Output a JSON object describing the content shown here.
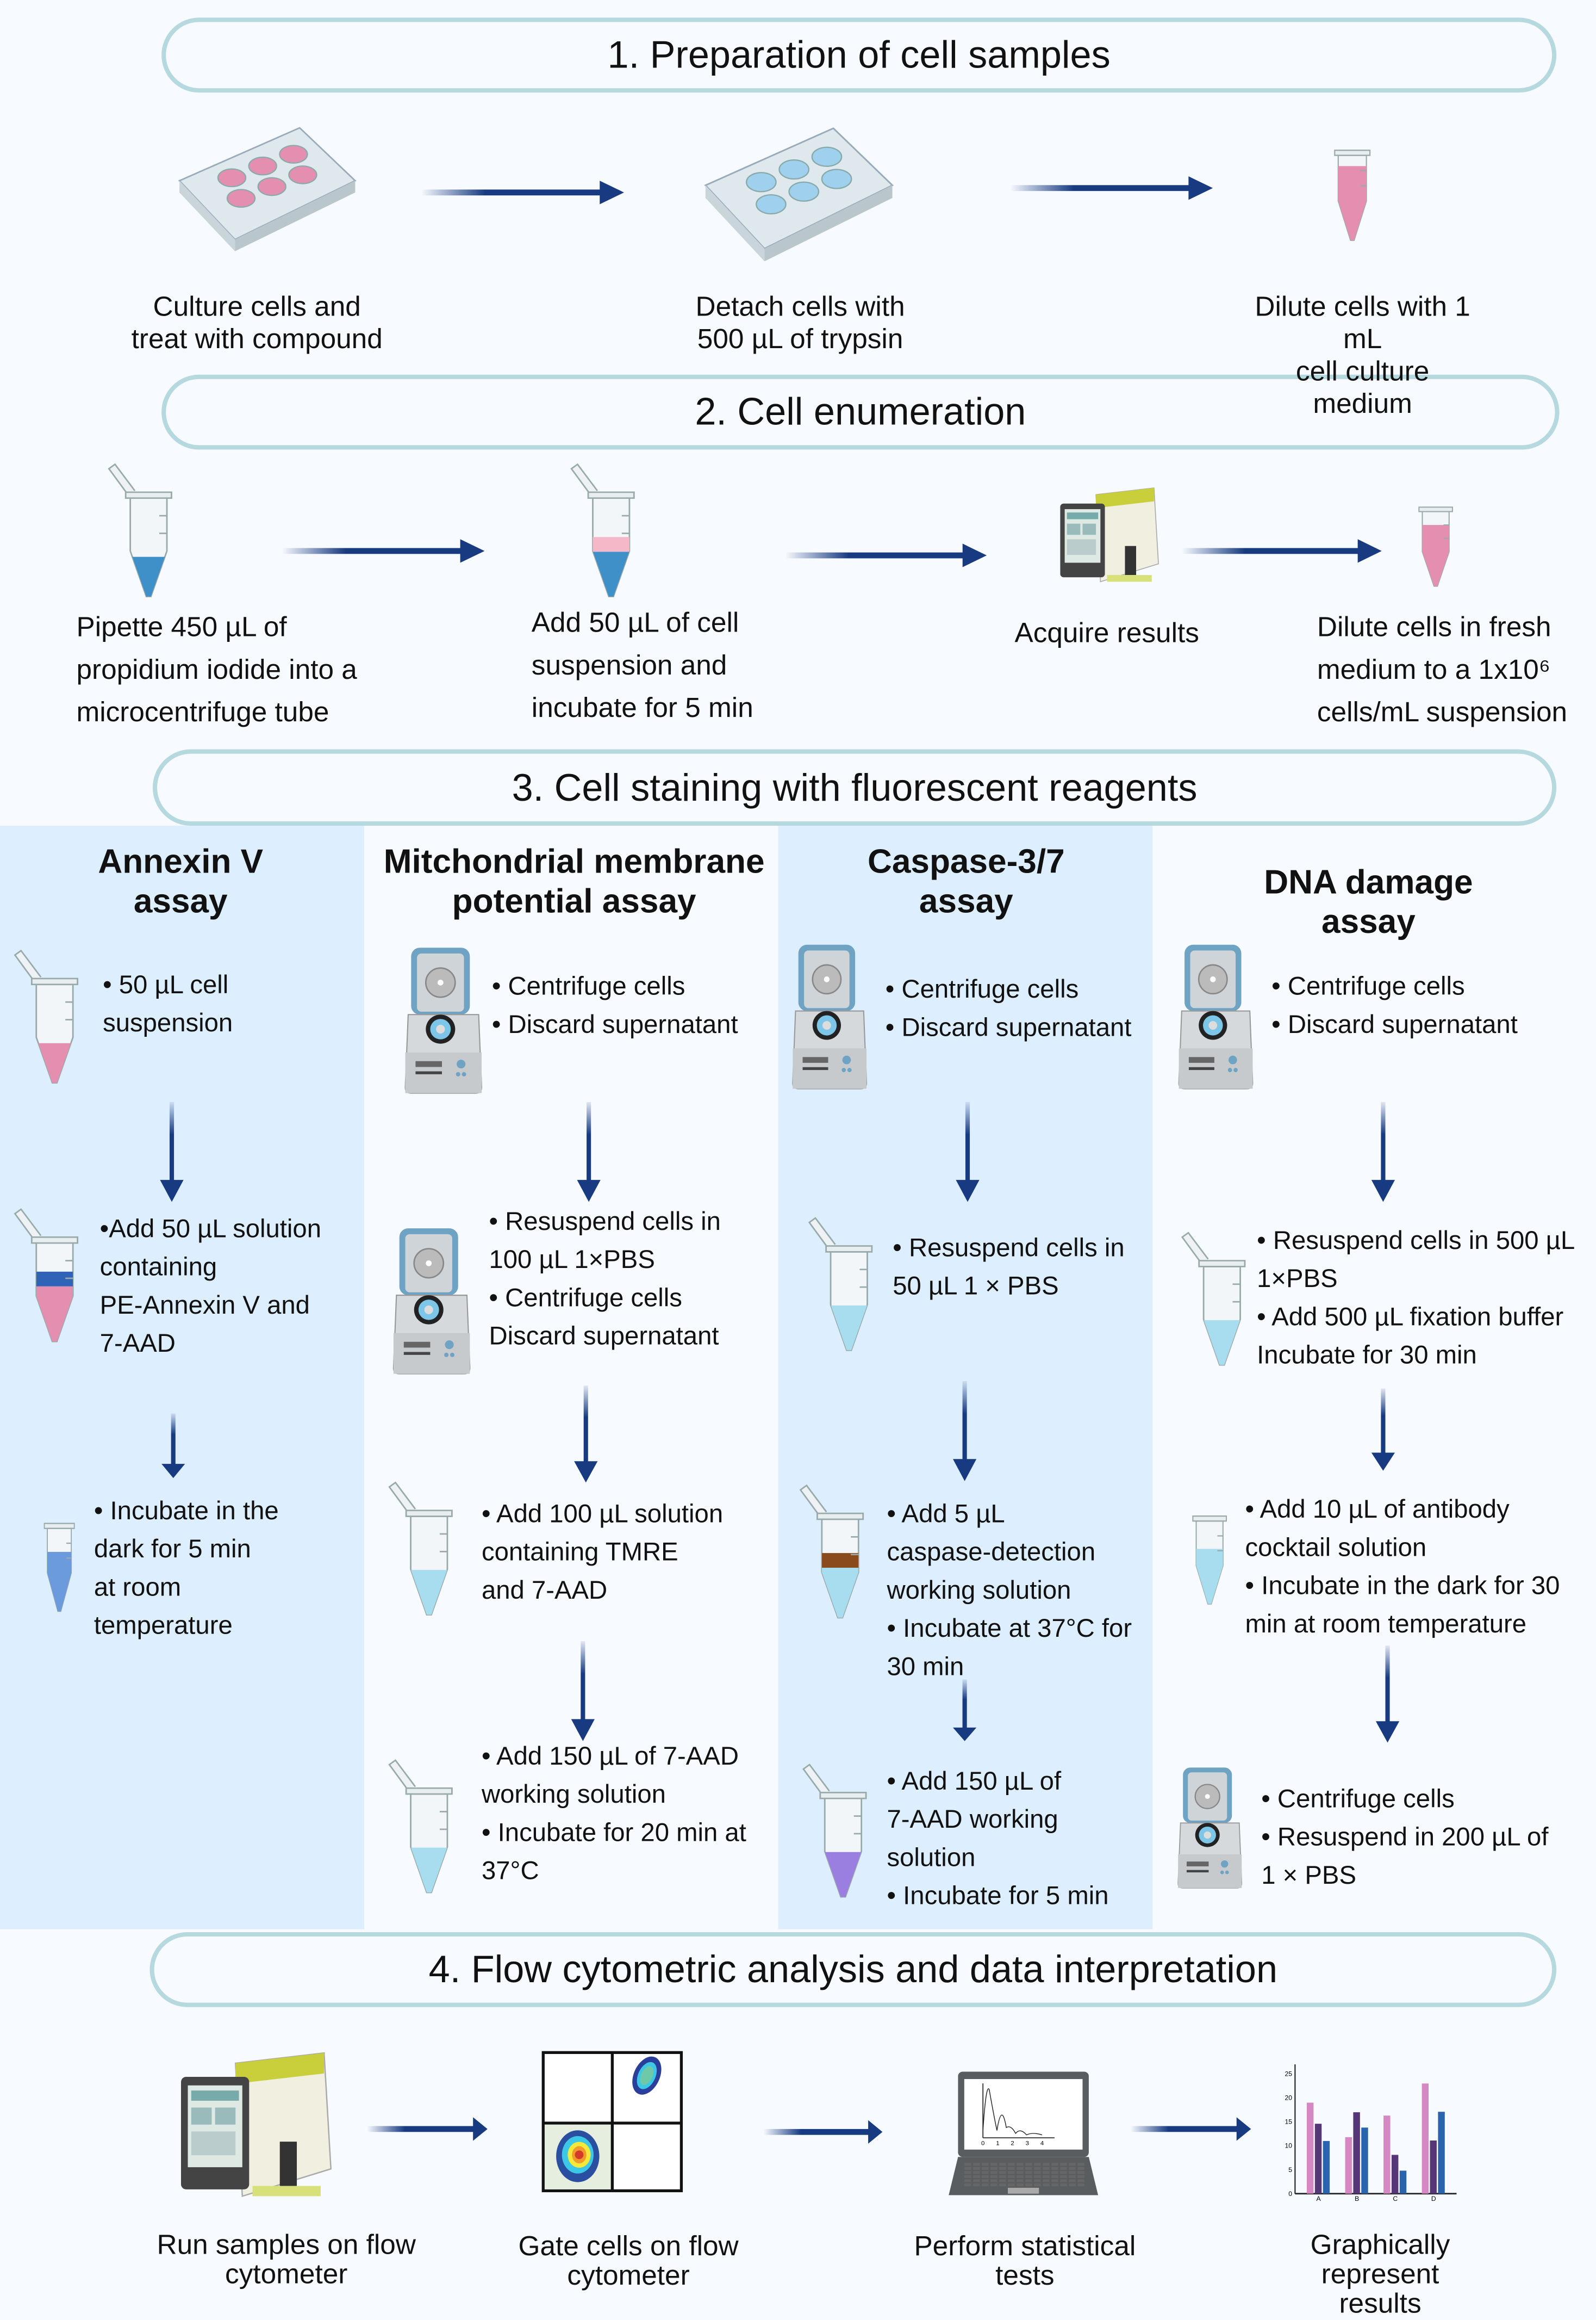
{
  "colors": {
    "arrow": "#173a80",
    "pill_border": "#b6d9df",
    "column_bg": "#ddeefe",
    "background": "#f7faff",
    "pink": "#e58fb0",
    "blue": "#3f8fc8",
    "purple": "#9a7fe0",
    "brown": "#8a4a1c"
  },
  "sections": [
    {
      "title": "1. Preparation of cell samples"
    },
    {
      "title": "2. Cell enumeration"
    },
    {
      "title": "3. Cell staining with fluorescent reagents"
    },
    {
      "title": "4. Flow cytometric analysis and data interpretation"
    }
  ],
  "prep": {
    "steps": [
      {
        "label": "Culture cells and\ntreat with compound",
        "icon": "well-plate-pink"
      },
      {
        "label": "Detach cells with\n500 µL of trypsin",
        "icon": "well-plate-blue"
      },
      {
        "label": "Dilute cells with 1 mL\ncell culture medium",
        "icon": "tube-pink"
      }
    ]
  },
  "enumeration": {
    "steps": [
      {
        "label": "Pipette 450 µL of\npropidium iodide into a\nmicrocentrifuge tube",
        "icon": "tube-blue"
      },
      {
        "label": "Add 50 µL of cell\nsuspension and\nincubate for 5 min",
        "icon": "tube-pink-blue"
      },
      {
        "label": "Acquire results",
        "icon": "cell-counter"
      },
      {
        "label": "Dilute cells in fresh\nmedium to a 1x10⁶\ncells/mL suspension",
        "icon": "tube-pink"
      }
    ]
  },
  "assays": [
    {
      "title": "Annexin V\nassay",
      "steps": [
        "• 50 µL cell\n   suspension",
        "•Add 50 µL solution\n  containing\n  PE-Annexin V and\n  7-AAD",
        "• Incubate in the\n   dark for 5 min\n   at room\n   temperature"
      ]
    },
    {
      "title": "Mitchondrial membrane\npotential assay",
      "steps": [
        "• Centrifuge cells\n• Discard supernatant",
        "• Resuspend cells in\n   100 µL 1×PBS\n• Centrifuge cells\n   Discard supernatant",
        "• Add 100 µL solution\n   containing TMRE\n   and 7-AAD",
        "• Add 150 µL of 7-AAD\n   working solution\n• Incubate for 20 min at\n   37°C"
      ]
    },
    {
      "title": "Caspase-3/7\nassay",
      "steps": [
        "• Centrifuge cells\n• Discard supernatant",
        "• Resuspend cells in\n   50 µL 1 × PBS",
        "• Add 5 µL\n   caspase-detection\n   working solution\n• Incubate at 37°C for\n   30 min",
        "• Add 150 µL of\n   7-AAD working\n   solution\n• Incubate for 5 min"
      ]
    },
    {
      "title": "DNA damage assay",
      "steps": [
        "• Centrifuge cells\n• Discard supernatant",
        "• Resuspend cells in 500 µL\n   1×PBS\n• Add 500 µL fixation buffer\n   Incubate for 30 min",
        "• Add 10 µL of antibody\n   cocktail solution\n• Incubate in the dark for 30\n   min at room temperature",
        "• Centrifuge cells\n• Resuspend in 200 µL of\n   1 × PBS"
      ]
    }
  ],
  "analysis": {
    "steps": [
      {
        "label": "Run samples on flow\ncytometer",
        "icon": "flow-cytometer"
      },
      {
        "label": "Gate cells on flow\ncytometer",
        "icon": "gating-plot"
      },
      {
        "label": "Perform statistical\ntests",
        "icon": "laptop"
      },
      {
        "label": "Graphically represent\nresults",
        "icon": "bar-chart"
      }
    ]
  },
  "laptop_axis_ticks": [
    "0",
    "1",
    "2",
    "3",
    "4"
  ],
  "chart_data": {
    "type": "bar",
    "categories": [
      "A",
      "B",
      "C",
      "D"
    ],
    "series": [
      {
        "values": [
          19,
          11.8,
          16.3,
          23
        ],
        "color": "#d688c4"
      },
      {
        "values": [
          14.6,
          17,
          8.1,
          11.1
        ],
        "color": "#553777"
      },
      {
        "values": [
          11,
          13.8,
          4.8,
          17.1
        ],
        "color": "#2a64ad"
      }
    ],
    "yticks": [
      "0",
      "5",
      "10",
      "15",
      "20",
      "25"
    ],
    "ylim": [
      0,
      27
    ]
  }
}
